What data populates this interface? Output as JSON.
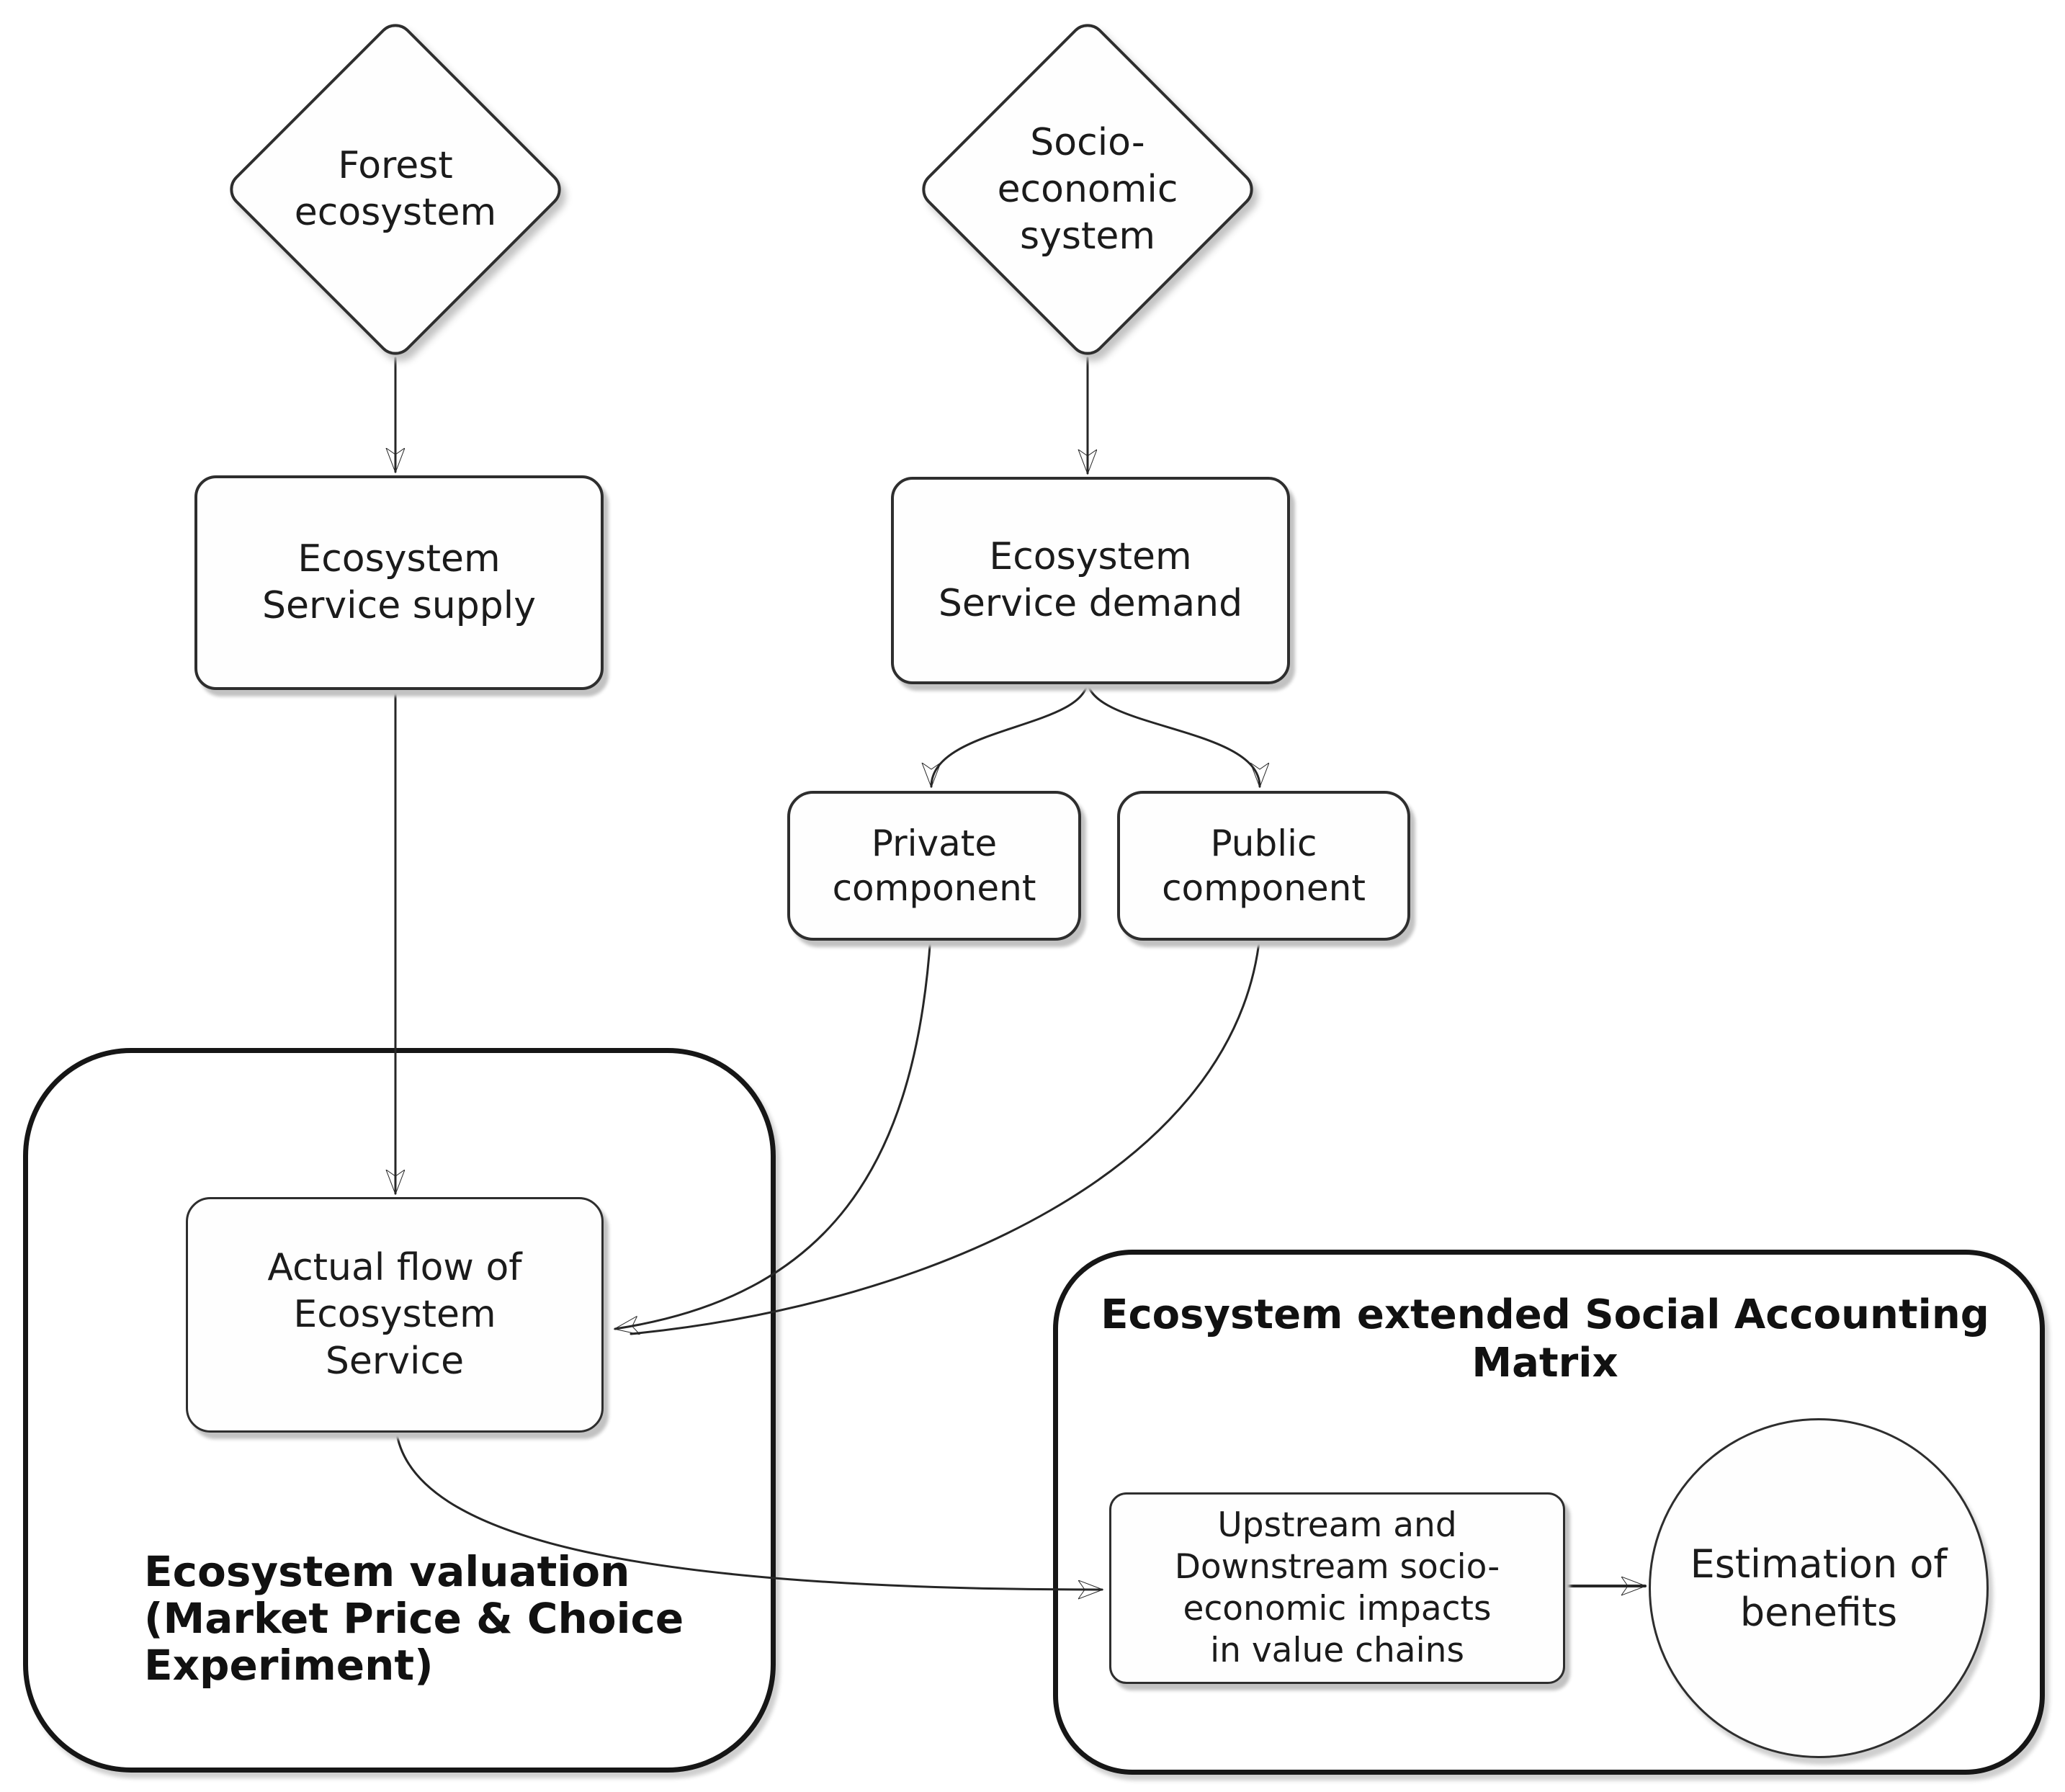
{
  "diagram": {
    "nodes": {
      "forest": "Forest\necosystem",
      "socio": "Socio-\neconomic\nsystem",
      "supply": "Ecosystem\nService supply",
      "demand": "Ecosystem\nService demand",
      "private": "Private\ncomponent",
      "public": "Public\ncomponent",
      "actual_flow": "Actual flow of\nEcosystem\nService",
      "upstream": "Upstream and\nDownstream socio-\neconomic impacts\nin value chains",
      "estimation": "Estimation of\nbenefits"
    },
    "labels": {
      "valuation": "Ecosystem valuation\n(Market Price & Choice\nExperiment)",
      "sam_title": "Ecosystem extended Social Accounting\nMatrix"
    },
    "colors": {
      "stroke": "#262626",
      "container_stroke": "#161616",
      "node_border": "#2e2e2e",
      "text": "#1b1b1b",
      "shadow": "#c2c2c2",
      "background": "#ffffff"
    }
  }
}
